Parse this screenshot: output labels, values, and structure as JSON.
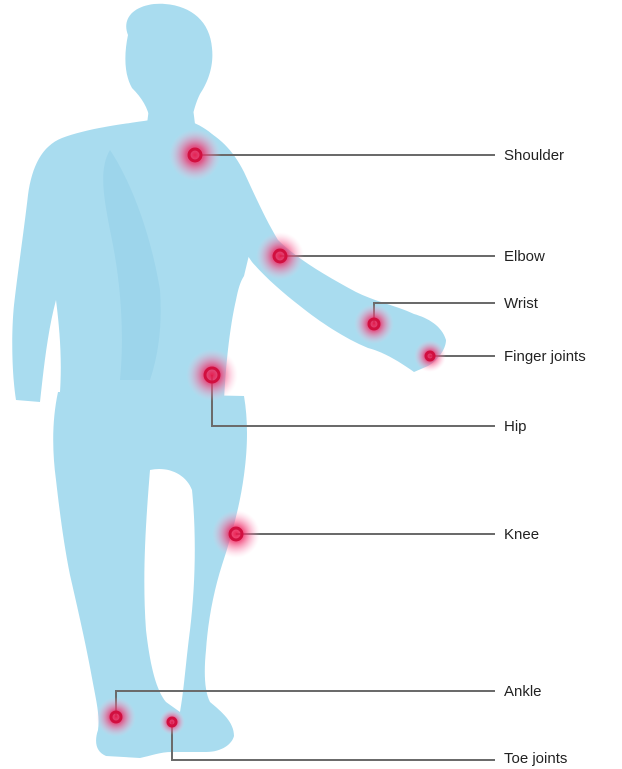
{
  "colors": {
    "body": "#a9dcef",
    "highlight": "#e8184a",
    "leader_line": "#6b6b6b",
    "label_text": "#222222"
  },
  "joints": [
    {
      "id": "shoulder",
      "label": "Shoulder"
    },
    {
      "id": "elbow",
      "label": "Elbow"
    },
    {
      "id": "wrist",
      "label": "Wrist"
    },
    {
      "id": "finger-joints",
      "label": "Finger joints"
    },
    {
      "id": "hip",
      "label": "Hip"
    },
    {
      "id": "knee",
      "label": "Knee"
    },
    {
      "id": "ankle",
      "label": "Ankle"
    },
    {
      "id": "toe-joints",
      "label": "Toe joints"
    }
  ]
}
